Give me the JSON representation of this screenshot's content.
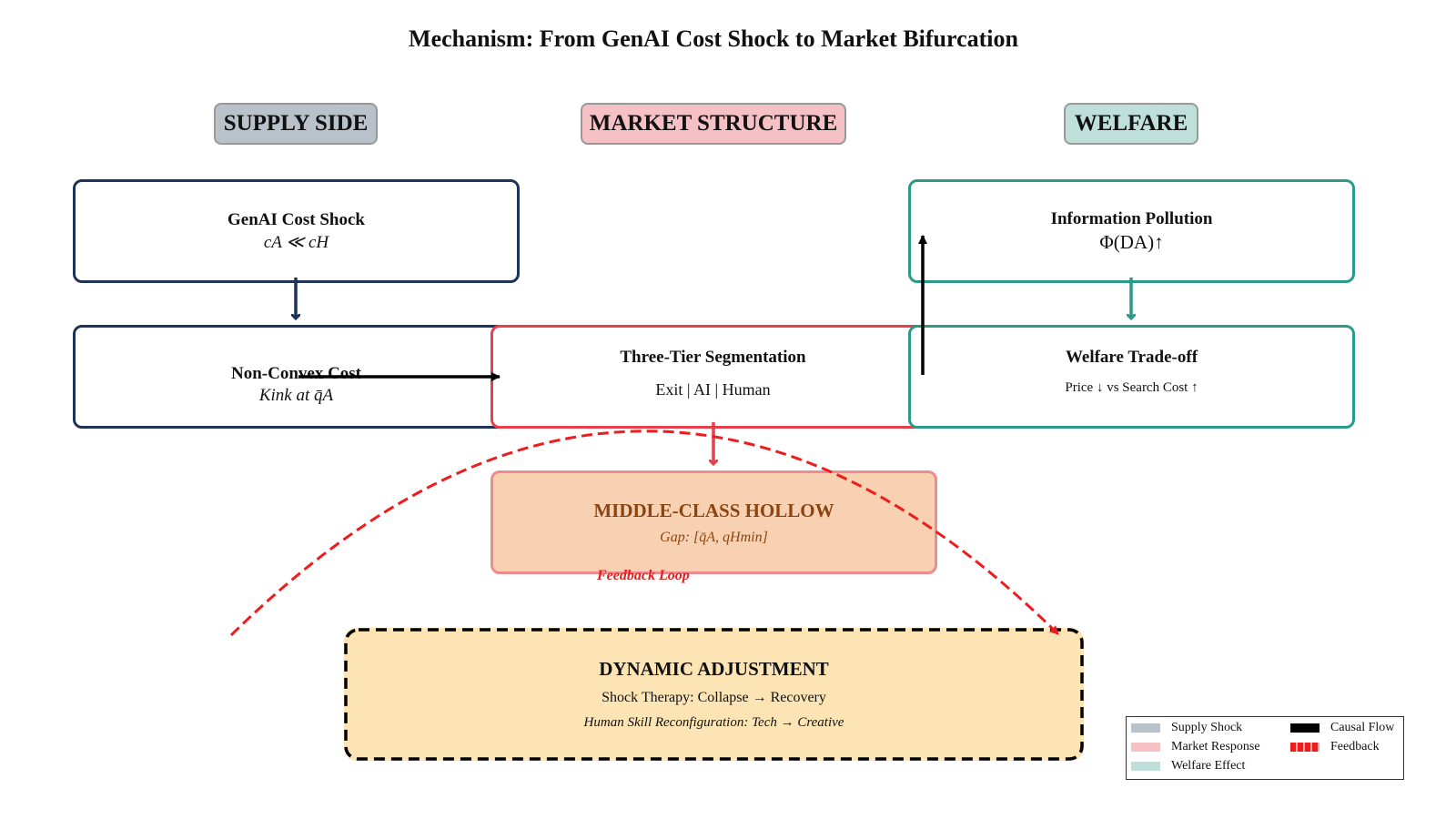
{
  "title": "Mechanism: From GenAI Cost Shock to Market Bifurcation",
  "columns": {
    "supply": "SUPPLY SIDE",
    "market": "MARKET STRUCTURE",
    "welfare": "WELFARE"
  },
  "boxes": {
    "cost_shock": {
      "title": "GenAI Cost Shock",
      "formula": "cA ≪ cH"
    },
    "non_convex": {
      "title": "Non-Convex Cost",
      "subtitle": "Kink at q̄A"
    },
    "three_tier": {
      "title": "Three-Tier Segmentation",
      "detail": "Exit | AI | Human"
    },
    "info_pollution": {
      "title": "Information Pollution",
      "formula": "Φ(DA)↑"
    },
    "welfare_tradeoff": {
      "title": "Welfare Trade-off",
      "detail": "Price ↓ vs Search Cost ↑"
    },
    "middle_class": {
      "title": "MIDDLE-CLASS HOLLOW",
      "subtitle": "Gap: [q̄A, qHmin]"
    },
    "dynamic": {
      "title": "DYNAMIC ADJUSTMENT",
      "line1": "Shock Therapy: Collapse → Recovery",
      "line2": "Human Skill Reconfiguration: Tech → Creative"
    }
  },
  "feedback_label": "Feedback Loop",
  "legend": {
    "supply": "Supply Shock",
    "market": "Market Response",
    "welfare": "Welfare Effect",
    "causal": "Causal Flow",
    "feedback": "Feedback"
  },
  "colors": {
    "supply_border": "#1e3358",
    "market_border": "#e5404b",
    "welfare_border": "#2a9a8a",
    "supply_fill": "#b9c1cb",
    "market_fill": "#f5c1c5",
    "welfare_fill": "#bfe0da",
    "feedback": "#ee1c1c",
    "causal": "#000000"
  }
}
